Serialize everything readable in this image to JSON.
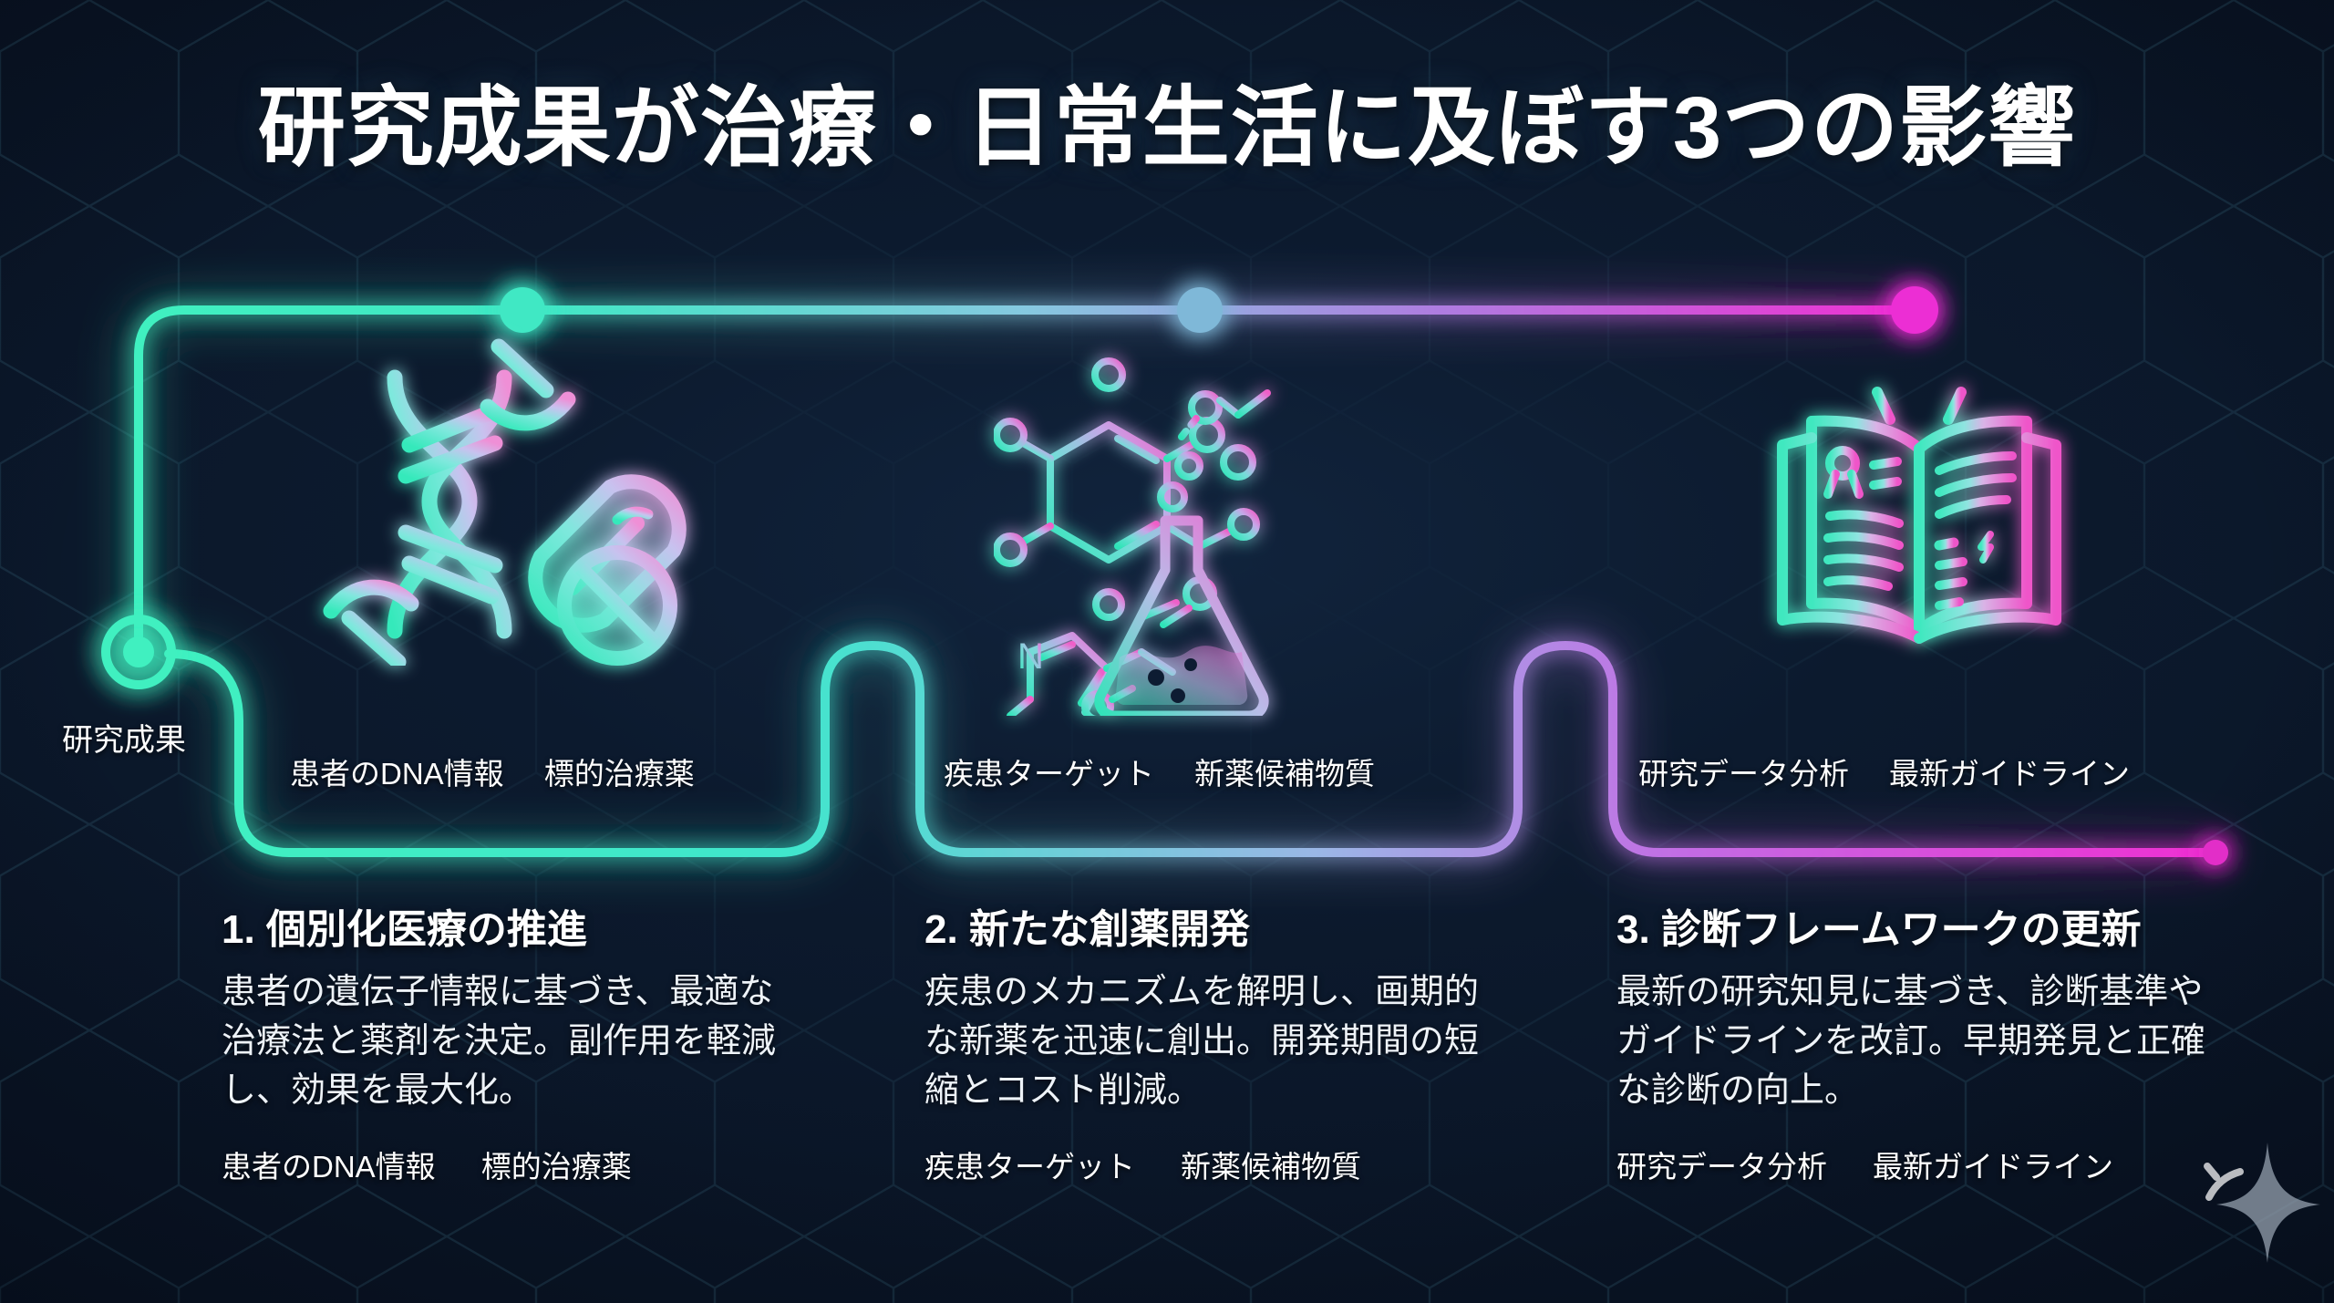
{
  "meta": {
    "background_color": "#0a1628",
    "accent_teal": "#3fe8c0",
    "accent_cyan": "#7fd6e8",
    "accent_magenta": "#e63fd0",
    "accent_pink": "#f055c8",
    "text_color": "#ffffff"
  },
  "header": {
    "title": "研究成果が治療・日常生活に及ぼす3つの影響"
  },
  "flow": {
    "source_label": "研究成果",
    "nodes": [
      {
        "name": "node-start",
        "color": "#3fe8c0",
        "type": "ring"
      },
      {
        "name": "node-stage-1",
        "color": "#3fe8c0",
        "type": "dot"
      },
      {
        "name": "node-stage-2",
        "color": "#7fb8d8",
        "type": "dot"
      },
      {
        "name": "node-stage-3",
        "color": "#ec2fd4",
        "type": "dot"
      },
      {
        "name": "node-end",
        "color": "#e22fc8",
        "type": "dot-small"
      }
    ]
  },
  "mid_tag_groups": [
    {
      "icon": "dna-pill-icon",
      "tags": [
        "患者のDNA情報",
        "標的治療薬"
      ]
    },
    {
      "icon": "chemistry-icon",
      "tags": [
        "疾患ターゲット",
        "新薬候補物質"
      ]
    },
    {
      "icon": "open-book-icon",
      "tags": [
        "研究データ分析",
        "最新ガイドライン"
      ]
    }
  ],
  "columns": [
    {
      "heading": "1. 個別化医療の推進",
      "body": "患者の遺伝子情報に基づき、最適な治療法と薬剤を決定。副作用を軽減し、効果を最大化。",
      "tags": [
        "患者のDNA情報",
        "標的治療薬"
      ]
    },
    {
      "heading": "2. 新たな創薬開発",
      "body": "疾患のメカニズムを解明し、画期的な新薬を迅速に創出。開発期間の短縮とコスト削減。",
      "tags": [
        "疾患ターゲット",
        "新薬候補物質"
      ]
    },
    {
      "heading": "3. 診断フレームワークの更新",
      "body": "最新の研究知見に基づき、診断基準やガイドラインを改訂。早期発見と正確な診断の向上。",
      "tags": [
        "研究データ分析",
        "最新ガイドライン"
      ]
    }
  ],
  "decoration": {
    "sparkle": "four-point-star-sparkle"
  }
}
